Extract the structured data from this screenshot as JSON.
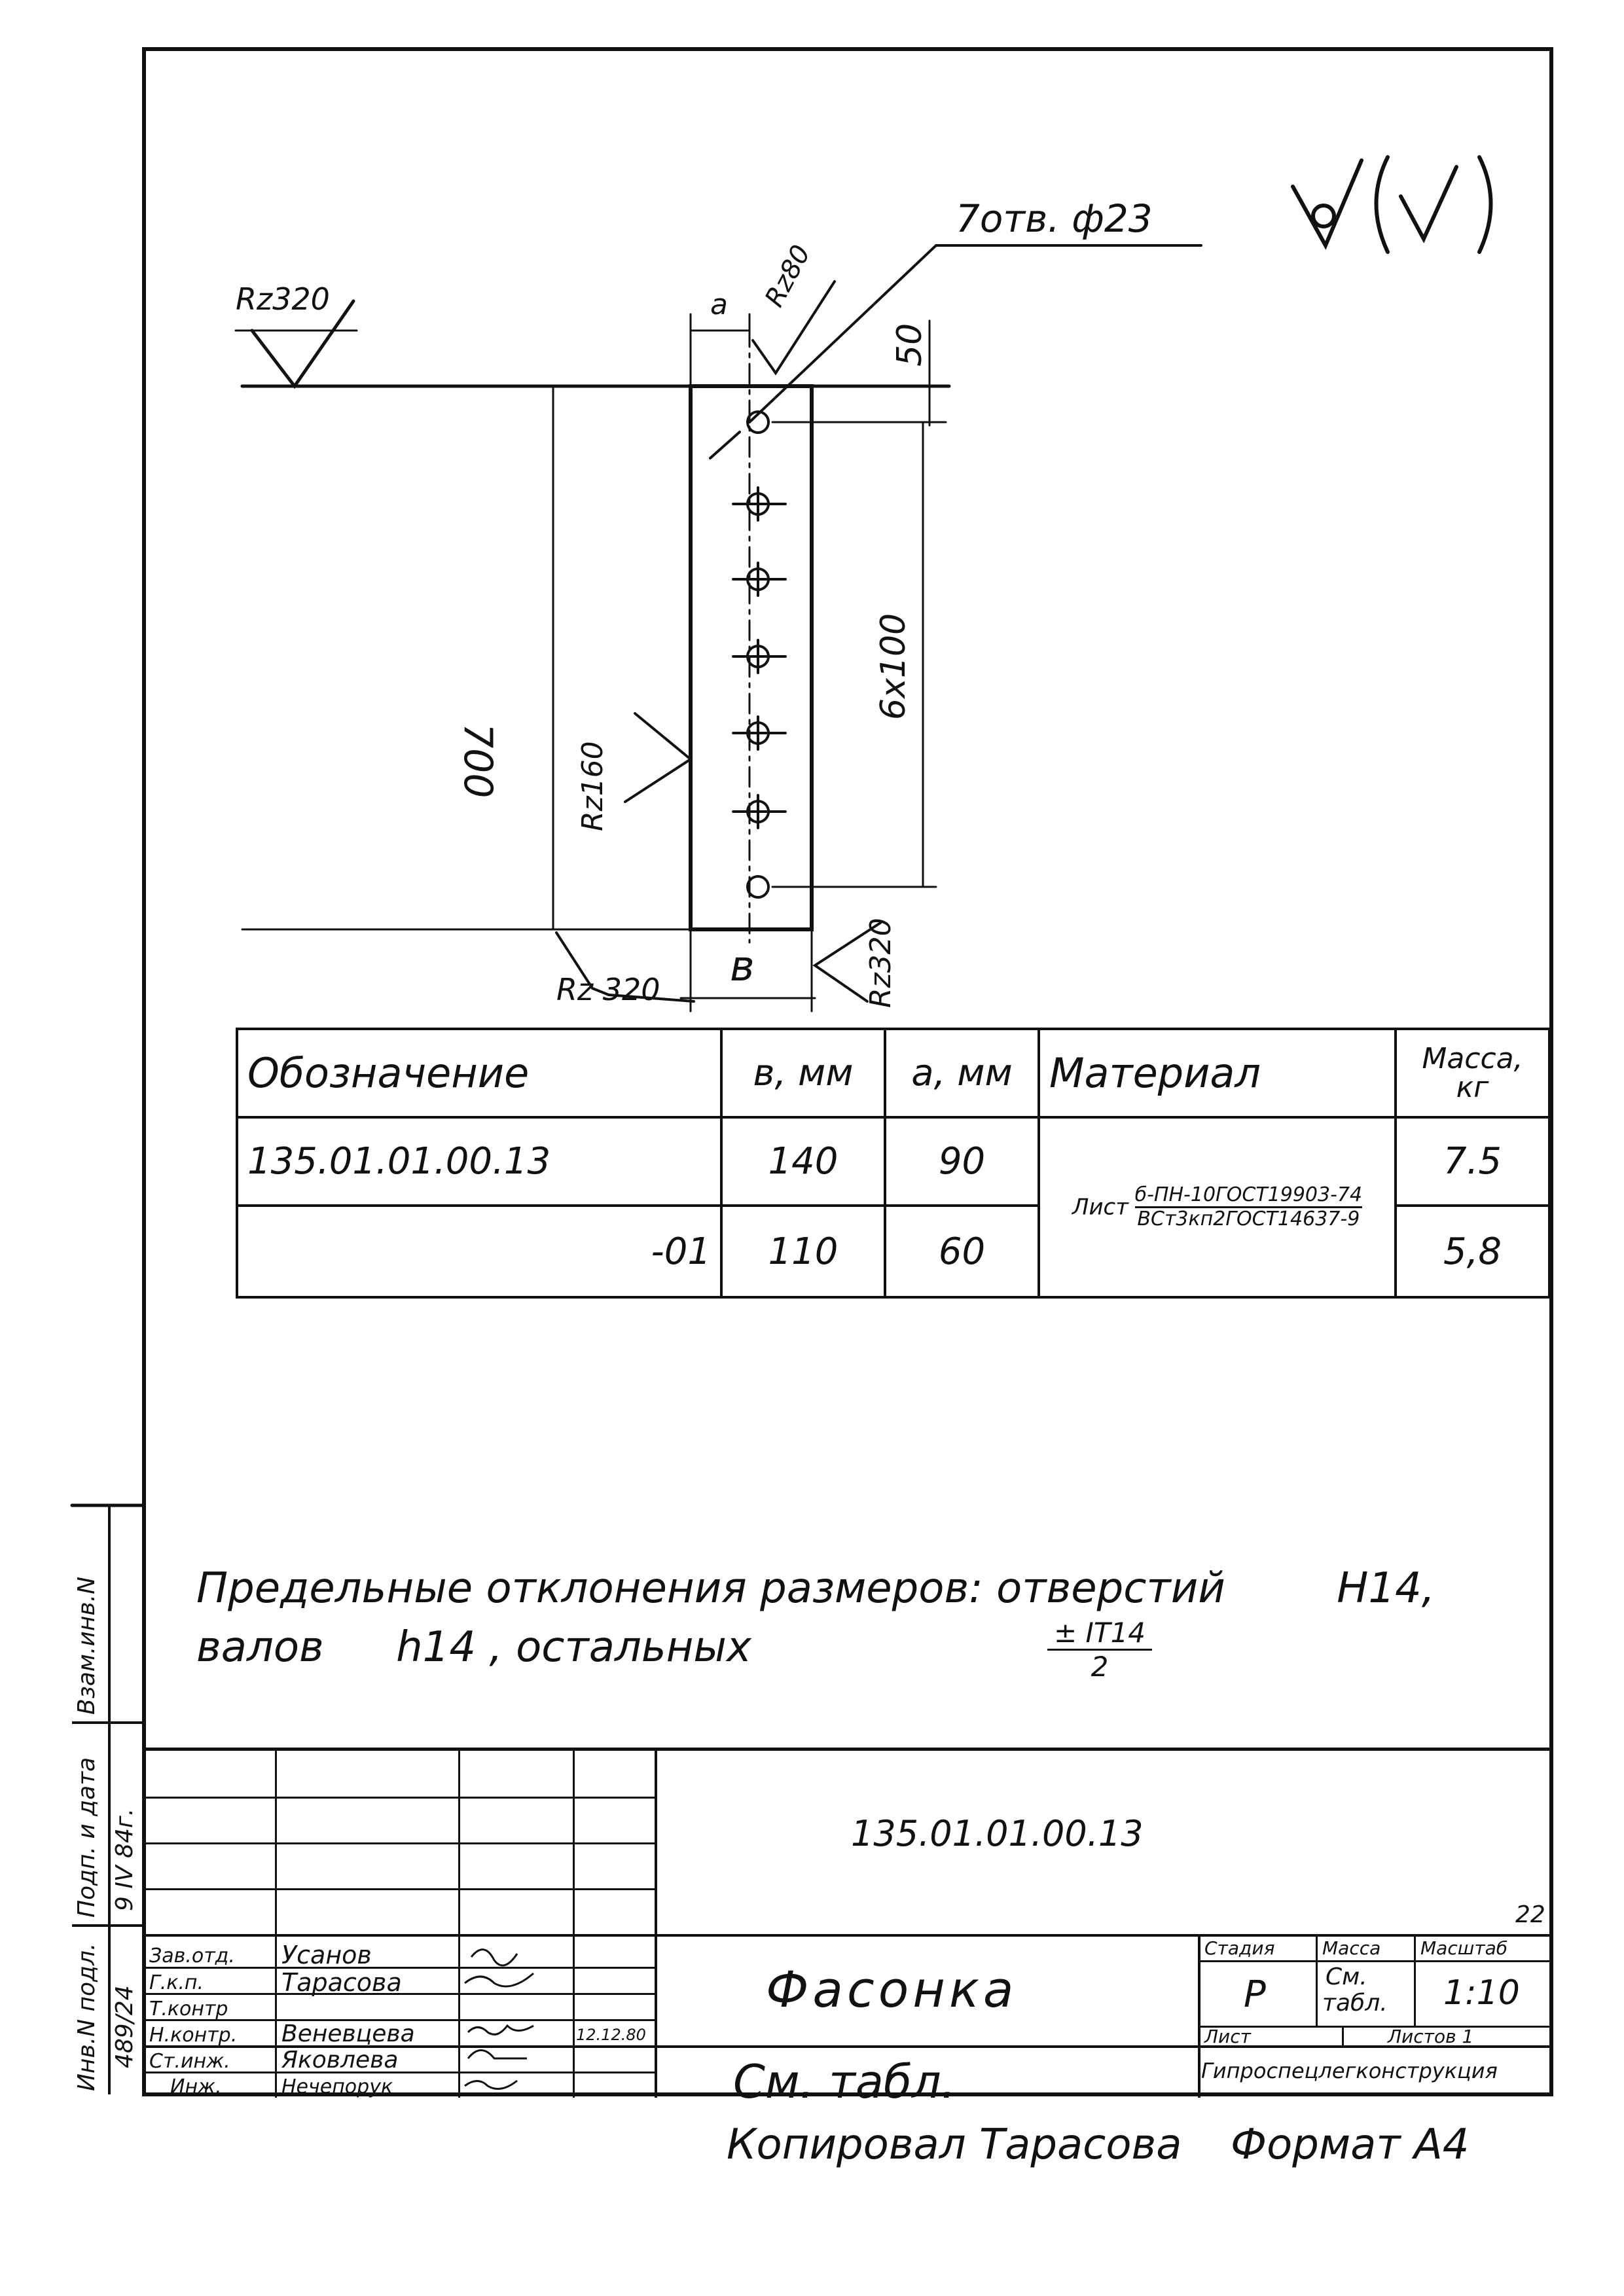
{
  "drawing": {
    "roughness_symbol": "∀(√)",
    "holes_callout": "7отв. ф23",
    "labels": {
      "rz320_top": "Rz320",
      "a": "a",
      "rz80": "Rz80",
      "dim50": "50",
      "dim700": "700",
      "dim6x100": "6x100",
      "rz160": "Rz160",
      "rz320_bottom": "Rz 320",
      "b": "в",
      "rz320_right": "Rz320"
    }
  },
  "table": {
    "headers": [
      "Обозначение",
      "в, мм",
      "а, мм",
      "Материал",
      "Масса, кг"
    ],
    "rows": [
      {
        "designation": "135.01.01.00.13",
        "b": "140",
        "a": "90",
        "mass": "7.5"
      },
      {
        "designation": "-01",
        "b": "110",
        "a": "60",
        "mass": "5,8"
      }
    ],
    "material_prefix": "Лист",
    "material_top": "б-ПН-10ГОСТ19903-74",
    "material_bottom": "ВСт3кп2ГОСТ14637-9"
  },
  "note": {
    "line1_a": "Предельные отклонения размеров: отверстий",
    "line1_b": "H14,",
    "line2_a": "валов",
    "line2_b": "h14",
    "line2_c": ", остальных",
    "fraction_top": "± IT14",
    "fraction_bottom": "2"
  },
  "title_block": {
    "document_number": "135.01.01.00.13",
    "sheet_number": "22",
    "part_name": "Фасонка",
    "material_ref": "См. табл.",
    "stage_label": "Стадия",
    "mass_label": "Масса",
    "scale_label": "Масштаб",
    "stage_value": "Р",
    "mass_value_1": "См.",
    "mass_value_2": "табл.",
    "scale_value": "1:10",
    "sheet_label": "Лист",
    "sheets_label": "Листов 1",
    "organization": "Гипроспецлегконструкция",
    "staff": [
      {
        "role": "Зав.отд.",
        "name": "Усанов",
        "date": ""
      },
      {
        "role": "Г.к.п.",
        "name": "Тарасова",
        "date": ""
      },
      {
        "role": "Т.контр",
        "name": "",
        "date": ""
      },
      {
        "role": "Н.контр.",
        "name": "Веневцева",
        "date": "12.12.80"
      },
      {
        "role": "Ст.инж.",
        "name": "Яковлева",
        "date": ""
      },
      {
        "role": "Инж.",
        "name": "Нечепорук",
        "date": ""
      }
    ]
  },
  "side_stamp": {
    "inv_label": "Инв.N подл.",
    "inv_value": "489/24",
    "sign_label": "Подп. и дата",
    "sign_value": "9 IV 84г.",
    "swap_label": "Взам.инв.N"
  },
  "footer": {
    "copied": "Копировал Тарасова",
    "format": "Формат А4"
  }
}
